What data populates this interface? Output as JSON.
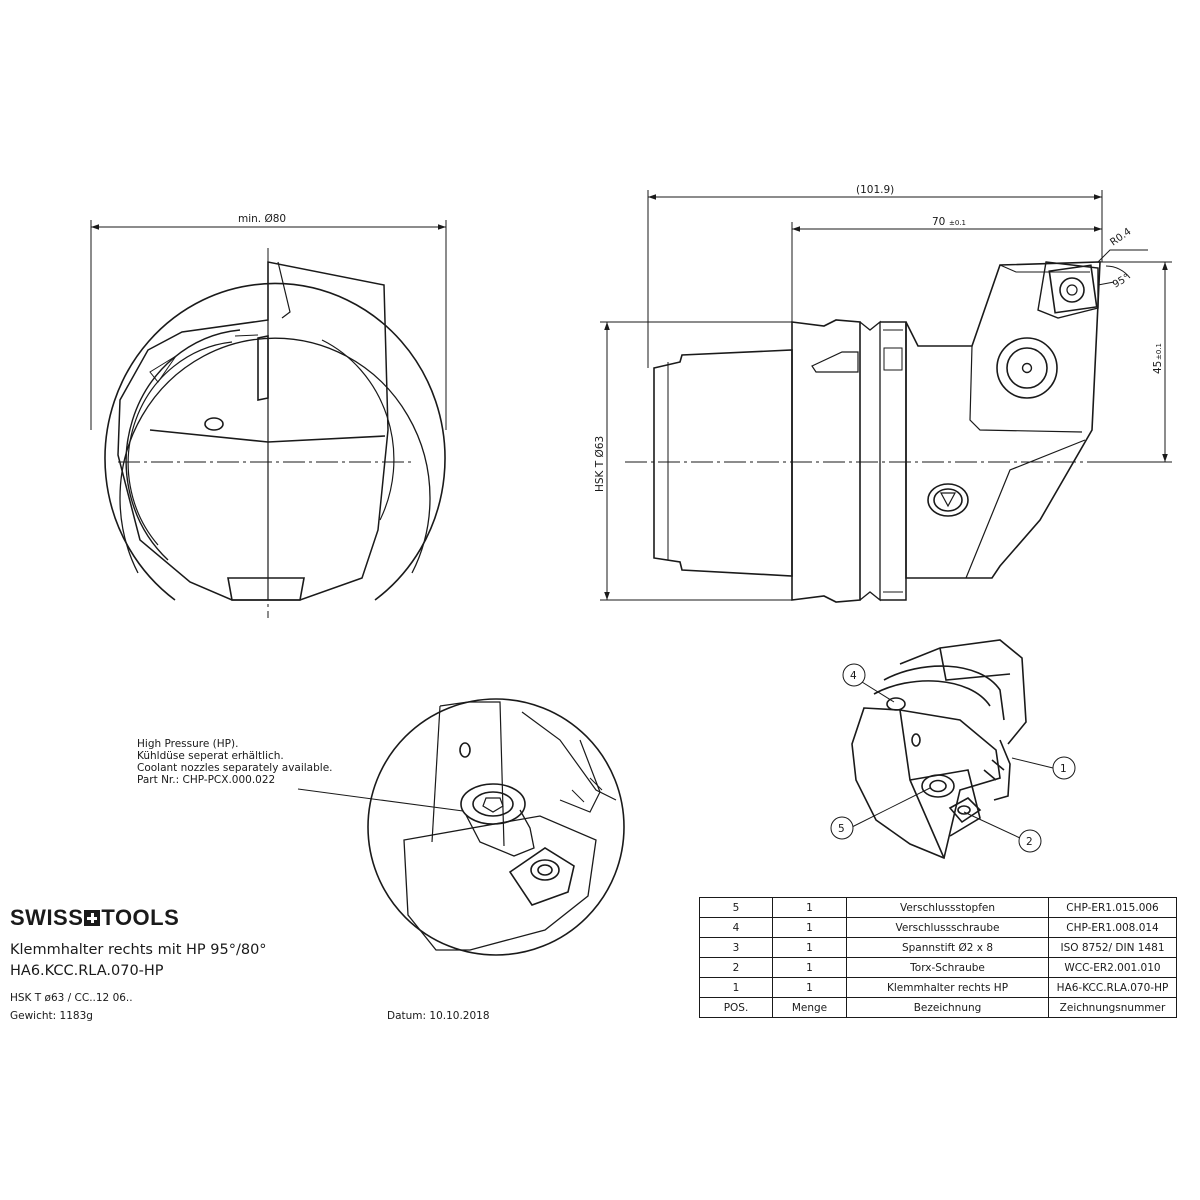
{
  "dimensions": {
    "diameter": "min. Ø80",
    "overall_length": "(101.9)",
    "length_70": "70",
    "length_70_tol": "±0.1",
    "radius": "R0.4",
    "angle": "95°",
    "height_45": "45",
    "height_45_tol": "±0.1",
    "hsk": "HSK T Ø63"
  },
  "callouts": [
    "1",
    "2",
    "4",
    "5"
  ],
  "note_lines": [
    "High Pressure (HP).",
    "Kühldüse seperat erhältlich.",
    "Coolant nozzles separately available.",
    "Part Nr.: CHP-PCX.000.022"
  ],
  "brand": {
    "left": "SWISS",
    "right": "TOOLS"
  },
  "title": {
    "line1": "Klemmhalter rechts mit HP 95°/80°",
    "line2": "HA6.KCC.RLA.070-HP",
    "spec": "HSK T ø63 / CC..12 06..",
    "weight": "Gewicht: 1183g",
    "date": "Datum: 10.10.2018"
  },
  "bom": {
    "rows": [
      {
        "pos": "5",
        "menge": "1",
        "bezeichnung": "Verschlussstopfen",
        "nummer": "CHP-ER1.015.006"
      },
      {
        "pos": "4",
        "menge": "1",
        "bezeichnung": "Verschlussschraube",
        "nummer": "CHP-ER1.008.014"
      },
      {
        "pos": "3",
        "menge": "1",
        "bezeichnung": "Spannstift Ø2 x 8",
        "nummer": "ISO 8752/ DIN 1481"
      },
      {
        "pos": "2",
        "menge": "1",
        "bezeichnung": "Torx-Schraube",
        "nummer": "WCC-ER2.001.010"
      },
      {
        "pos": "1",
        "menge": "1",
        "bezeichnung": "Klemmhalter rechts HP",
        "nummer": "HA6-KCC.RLA.070-HP"
      }
    ],
    "header": {
      "pos": "POS.",
      "menge": "Menge",
      "bezeichnung": "Bezeichnung",
      "nummer": "Zeichnungsnummer"
    }
  }
}
